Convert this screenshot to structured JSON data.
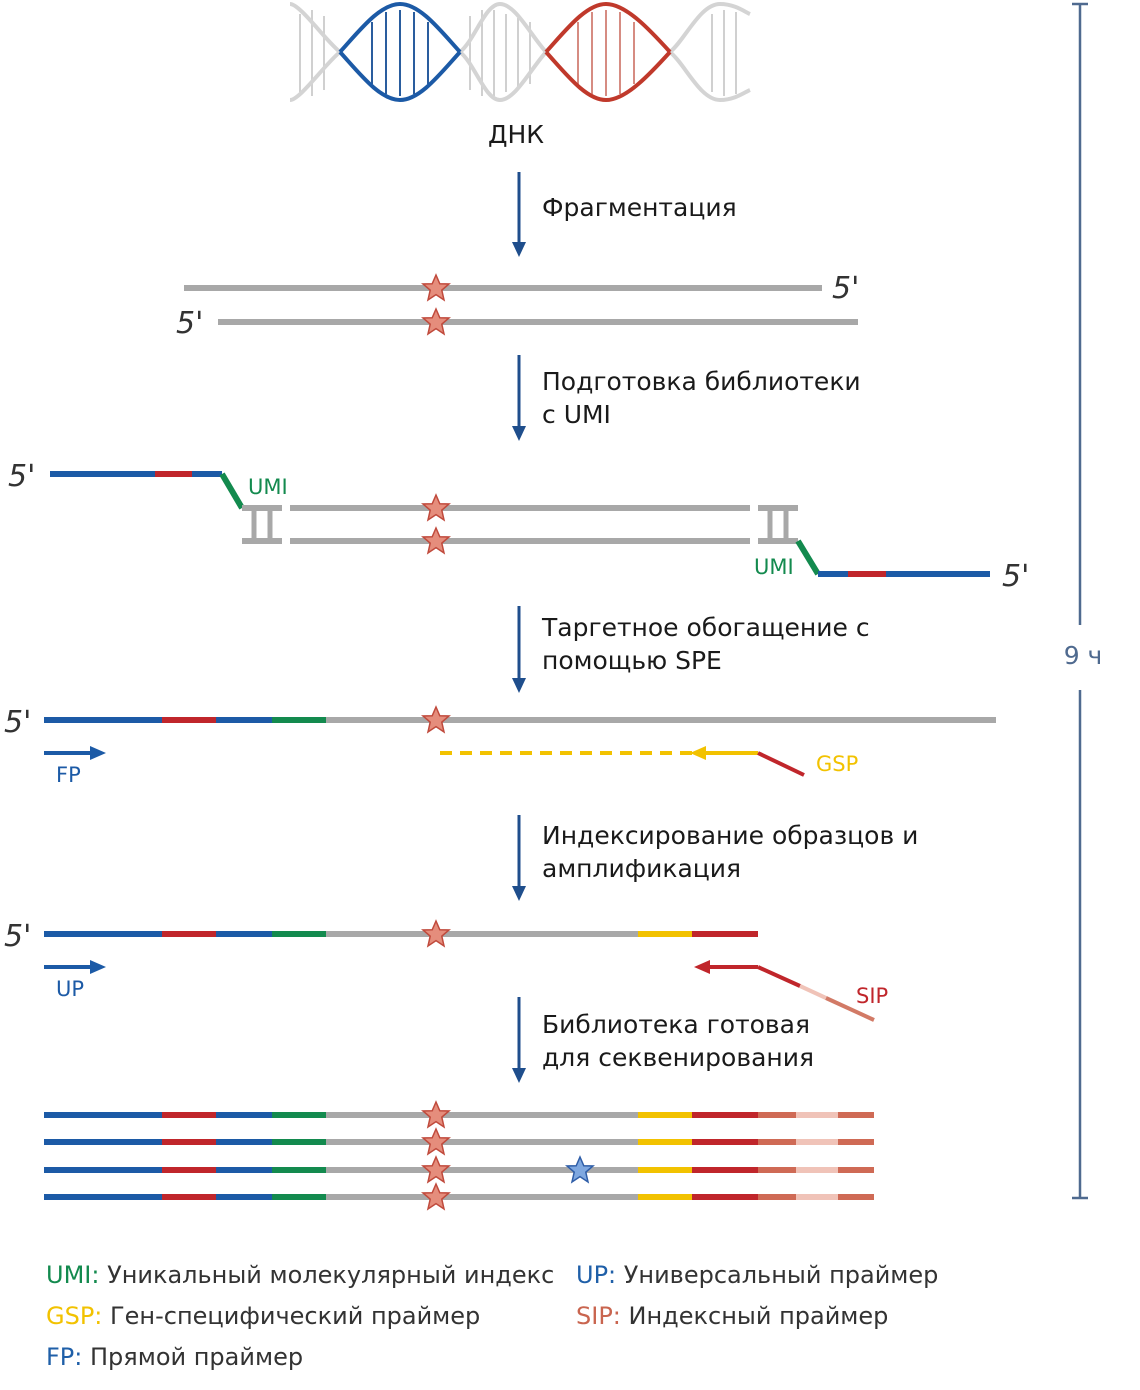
{
  "dna_label": "ДНК",
  "steps": [
    {
      "lines": [
        "Фрагментация"
      ]
    },
    {
      "lines": [
        "Подготовка библиотеки",
        "с UMI"
      ]
    },
    {
      "lines": [
        "Таргетное обогащение с",
        "помощью SPE"
      ]
    },
    {
      "lines": [
        "Индексирование образцов и",
        "амплификация"
      ]
    },
    {
      "lines": [
        "Библиотека готовая",
        "для секвенирования"
      ]
    }
  ],
  "end_label": "5'",
  "tags": {
    "umi": "UMI",
    "fp": "FP",
    "gsp": "GSP",
    "up": "UP",
    "sip": "SIP"
  },
  "time_label": "9 ч",
  "legend": [
    {
      "abbr": "UMI:",
      "text": " Уникальный молекулярный индекс",
      "color": "#138a4e"
    },
    {
      "abbr": "UP:",
      "text": " Универсальный праймер",
      "color": "#1f5fa8"
    },
    {
      "abbr": "GSP:",
      "text": " Ген-специфический праймер",
      "color": "#f2c200"
    },
    {
      "abbr": "SIP:",
      "text": " Индексный праймер",
      "color": "#c9654f"
    },
    {
      "abbr": "FP:",
      "text": " Прямой праймер",
      "color": "#1f5fa8"
    }
  ],
  "colors": {
    "blue": "#1c5aa6",
    "red": "#c0262b",
    "green": "#138a4e",
    "grey": "#a8a8a8",
    "yellow": "#f2c200",
    "salmon": "#cf6a55",
    "arrow": "#1f4e8c",
    "star_red": "#d97b6b",
    "star_blue": "#6a9ad8"
  }
}
